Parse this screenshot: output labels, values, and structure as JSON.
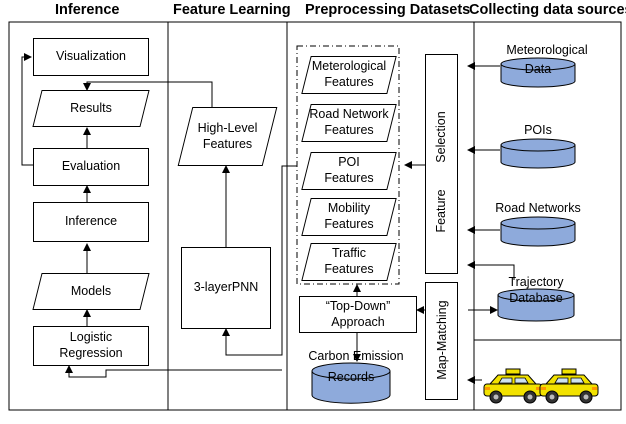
{
  "headers": {
    "inference": "Inference",
    "feature_learning": "Feature Learning",
    "preprocessing": "Preprocessing Datasets",
    "collecting": "Collecting data sources"
  },
  "inference": {
    "visualization": "Visualization",
    "results": "Results",
    "evaluation": "Evaluation",
    "inference": "Inference",
    "models": "Models",
    "logistic_line1": "Logistic",
    "logistic_line2": "Regression"
  },
  "feature_learning": {
    "high_level_line1": "High-Level",
    "high_level_line2": "Features",
    "pnn": "3-layerPNN"
  },
  "preprocessing": {
    "features": [
      {
        "line1": "Meterological",
        "line2": "Features"
      },
      {
        "line1": "Road Network",
        "line2": "Features"
      },
      {
        "line1": "POI",
        "line2": "Features"
      },
      {
        "line1": "Mobility",
        "line2": "Features"
      },
      {
        "line1": "Traffic",
        "line2": "Features"
      }
    ],
    "top_down_line1": "“Top-Down”",
    "top_down_line2": "Approach",
    "carbon_line1": "Carbon Emission",
    "carbon_line2": "Records",
    "feature_selection_top": "Selection",
    "feature_selection_bottom": "Feature",
    "map_matching": "Map-Matching"
  },
  "collecting": {
    "meteorological_line1": "Meteorological",
    "meteorological_line2": "Data",
    "pois": "POIs",
    "road_networks": "Road Networks",
    "trajectory_line1": "Trajectory",
    "trajectory_line2": "Database"
  },
  "colors": {
    "cylinder_fill": "#8eaadb",
    "line": "#000000",
    "taxi": "#f2e200"
  },
  "icons": {
    "taxi": "taxi-icon"
  }
}
